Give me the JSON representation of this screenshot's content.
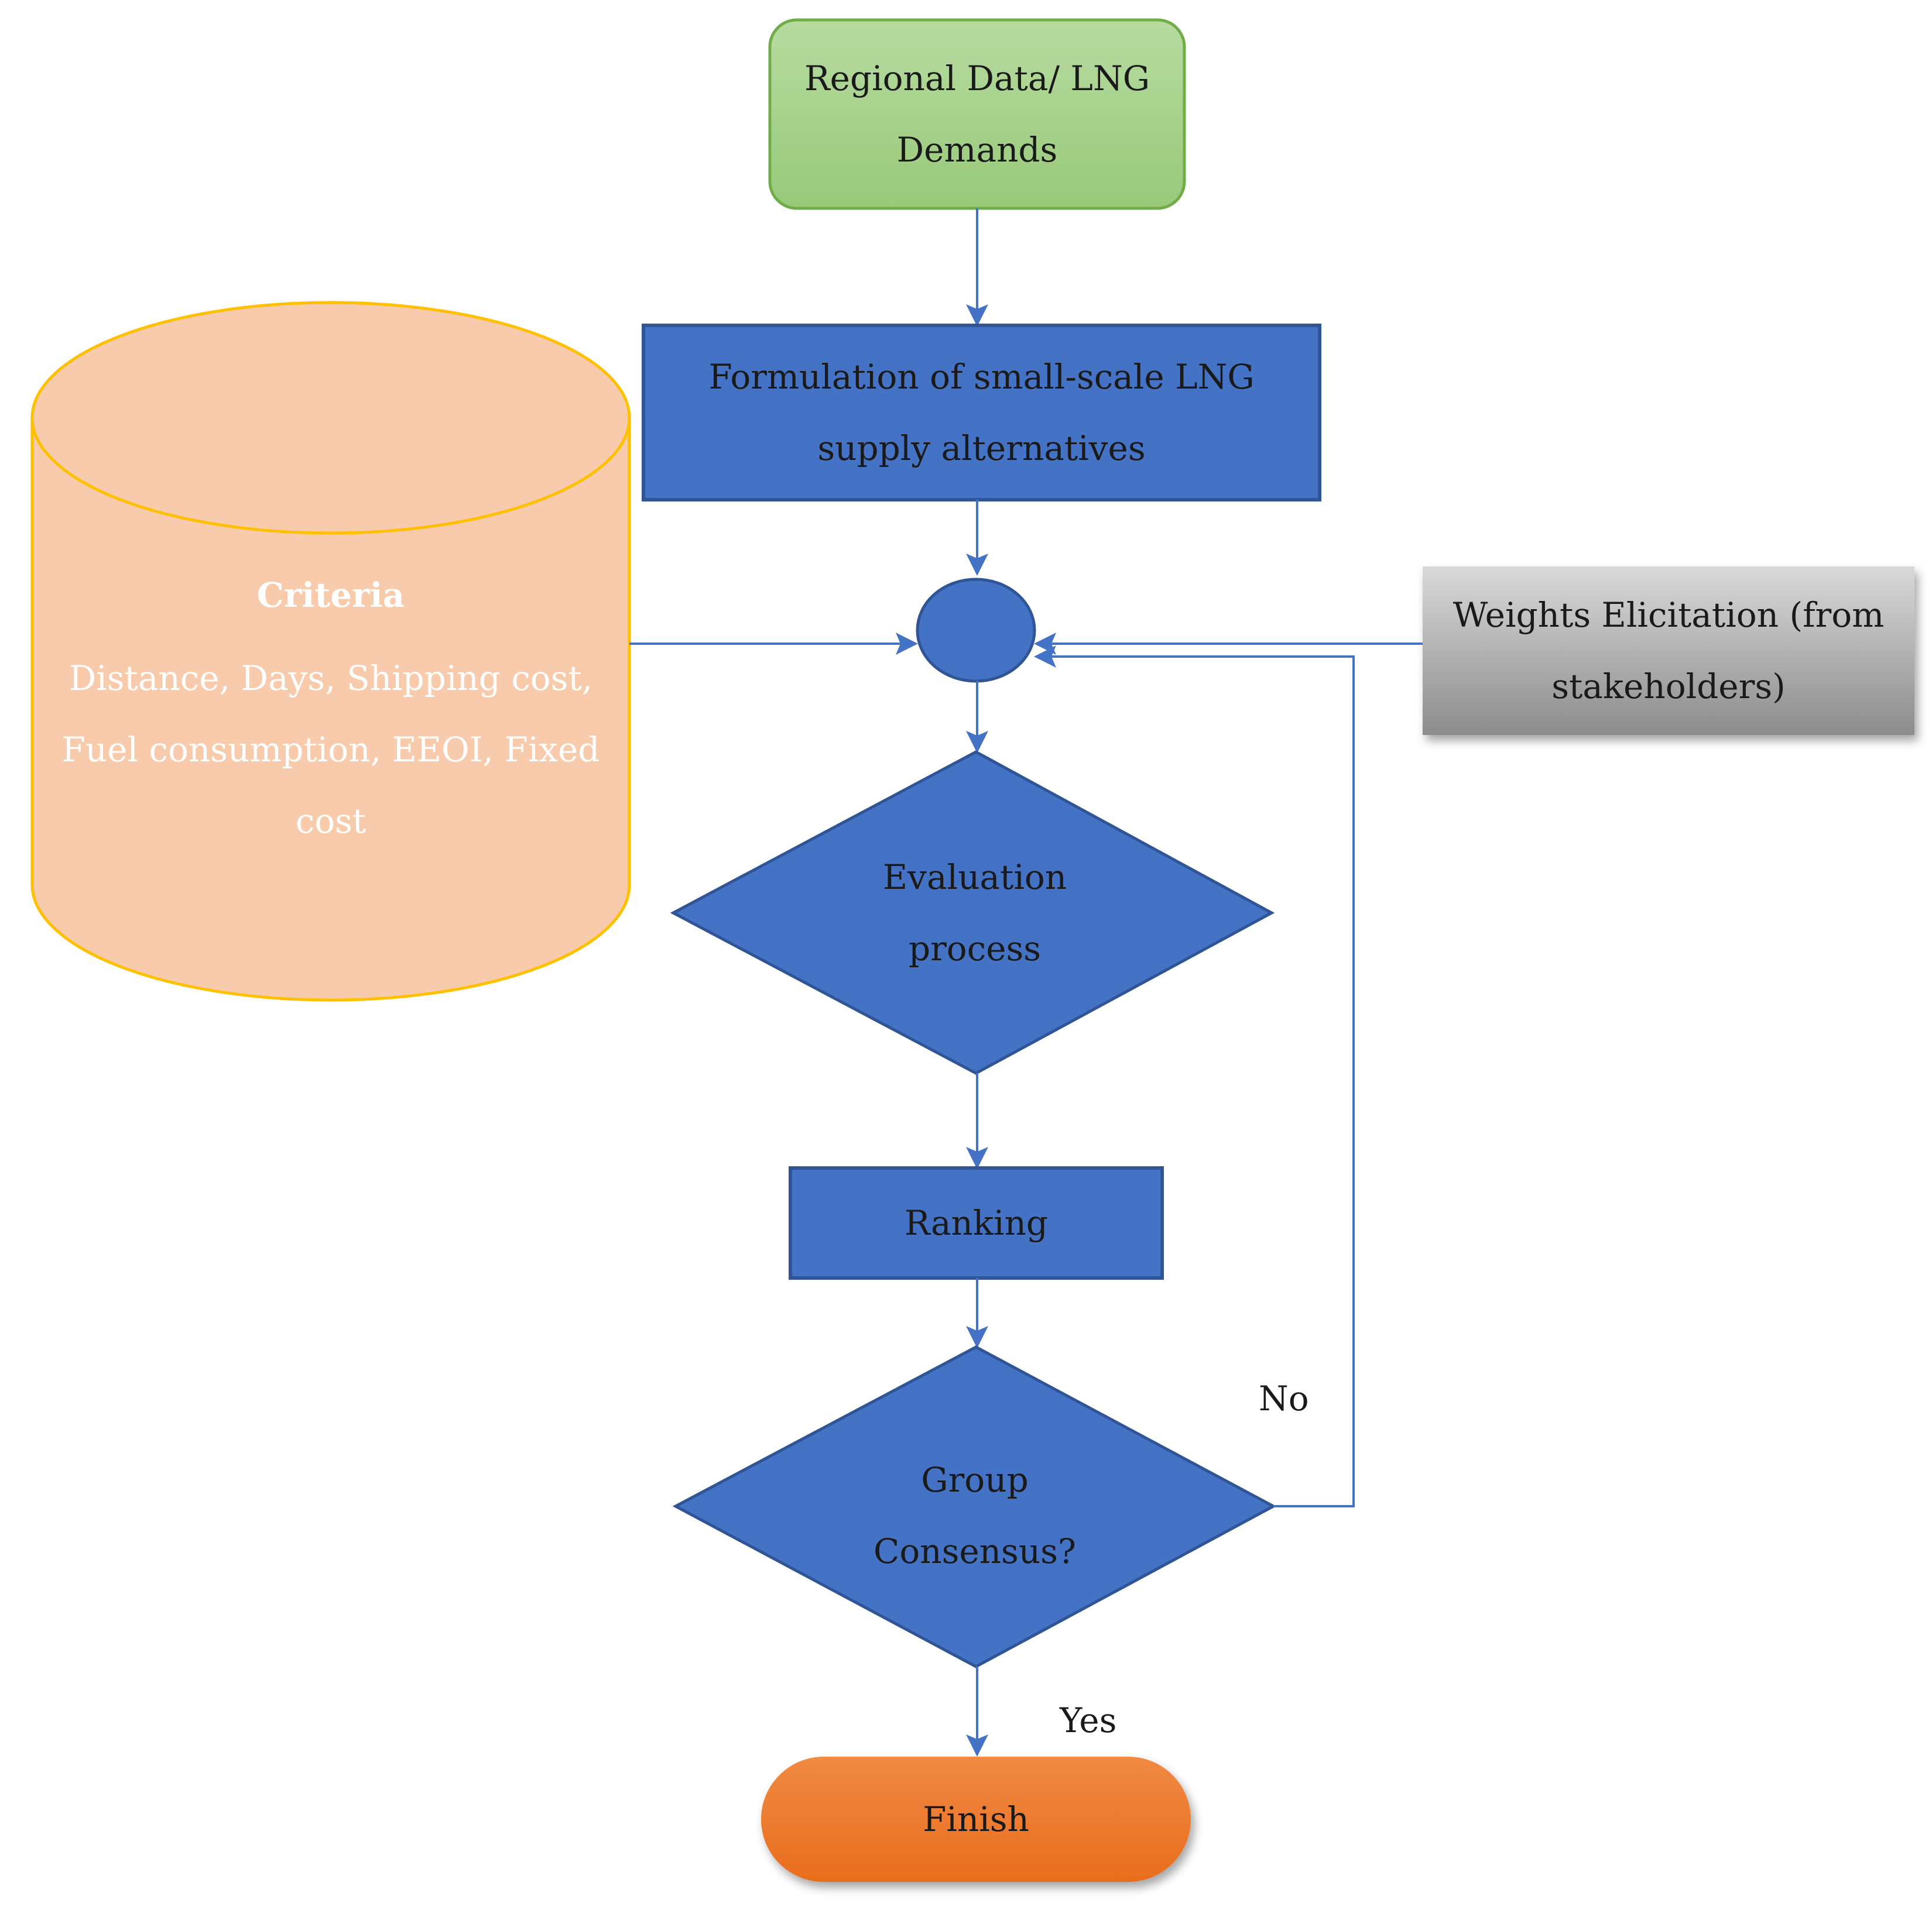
{
  "nodes": {
    "regional_data": "Regional Data/ LNG\nDemands",
    "formulation": "Formulation of small-scale LNG\nsupply alternatives",
    "criteria_title": "Criteria",
    "criteria_body": "Distance, Days, Shipping cost,\nFuel consumption, EEOI, Fixed\ncost",
    "weights": "Weights Elicitation (from\nstakeholders)",
    "evaluation": "Evaluation\nprocess",
    "ranking": "Ranking",
    "consensus": "Group\nConsensus?",
    "finish": "Finish"
  },
  "edges": {
    "no_label": "No",
    "yes_label": "Yes"
  },
  "colors": {
    "green_fill": "#a9d18e",
    "green_stroke": "#70ad47",
    "blue_fill": "#4472c4",
    "blue_stroke": "#2f5597",
    "peach_fill": "#f8cbad",
    "peach_stroke": "#ffc000",
    "gray_fill": "#a6a6a6",
    "orange_fill": "#ed7d31",
    "arrow": "#4472c4"
  }
}
